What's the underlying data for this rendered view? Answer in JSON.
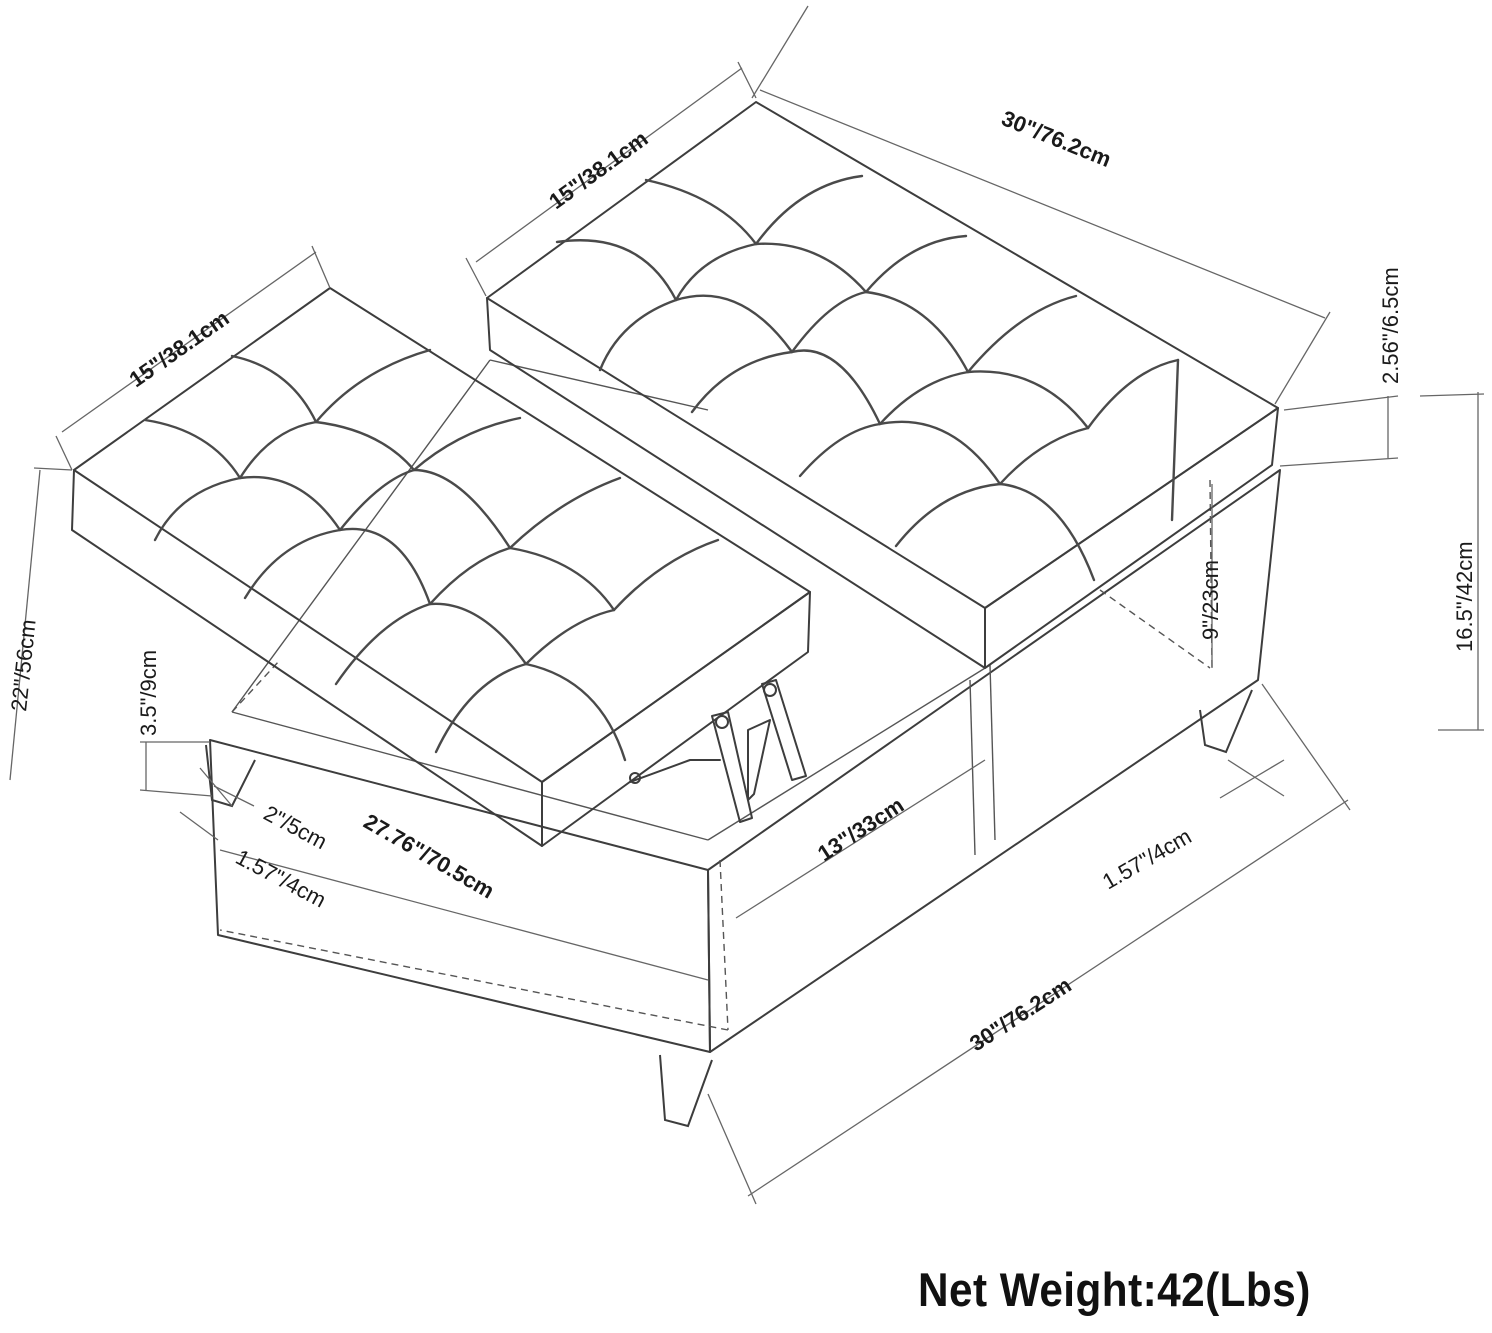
{
  "dimensions": {
    "top_tray_width": "15\"/38.1cm",
    "top_tray_length": "30\"/76.2cm",
    "top_thickness": "2.56\"/6.5cm",
    "total_height": "16.5\"/42cm",
    "inner_depth": "9\"/23cm",
    "lift_tray_width": "15\"/38.1cm",
    "lifted_height": "22\"/56cm",
    "leg_height": "3.5\"/9cm",
    "leg_size_a": "2\"/5cm",
    "leg_size_b": "1.57\"/4cm",
    "inner_length": "27.76\"/70.5cm",
    "inner_width": "13\"/33cm",
    "leg_size_right": "1.57\"/4cm",
    "base_length": "30\"/76.2cm"
  },
  "net_weight": "Net Weight:42(Lbs)"
}
